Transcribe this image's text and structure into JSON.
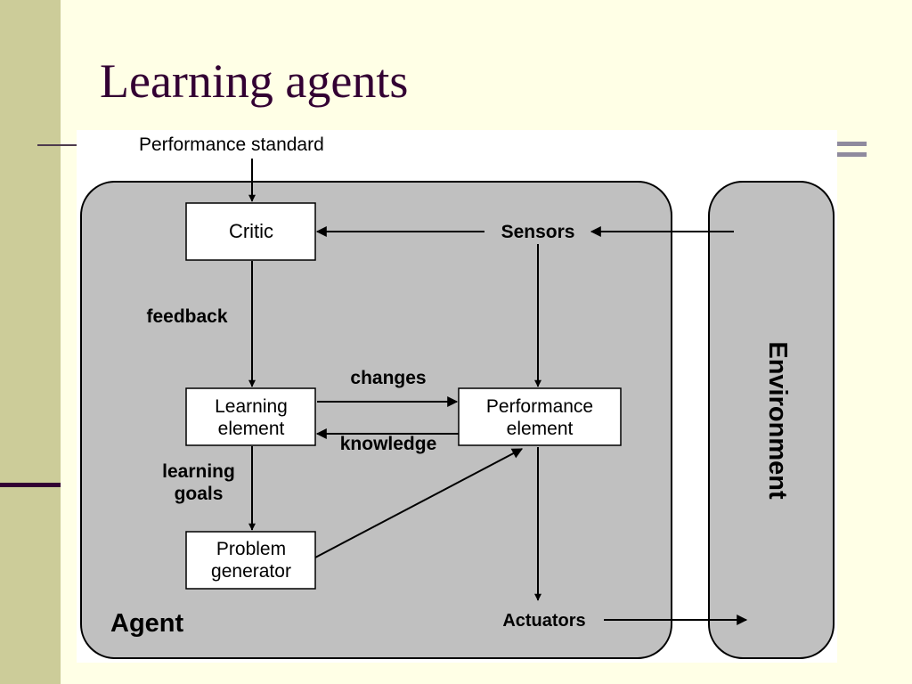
{
  "slide": {
    "title": "Learning agents"
  },
  "diagram": {
    "agent_label": "Agent",
    "environment_label": "Environment",
    "performance_standard": "Performance standard",
    "critic": "Critic",
    "sensors": "Sensors",
    "feedback": "feedback",
    "changes": "changes",
    "knowledge": "knowledge",
    "learning_element": [
      "Learning",
      "element"
    ],
    "performance_element": [
      "Performance",
      "element"
    ],
    "learning_goals": [
      "learning",
      "goals"
    ],
    "problem_generator": [
      "Problem",
      "generator"
    ],
    "actuators": "Actuators"
  },
  "colors": {
    "background": "#ffffe6",
    "left_band": "#cccc99",
    "accent_dark": "#330033",
    "agent_box": "#c0c0c0",
    "environment_box": "#c0c0c0"
  }
}
